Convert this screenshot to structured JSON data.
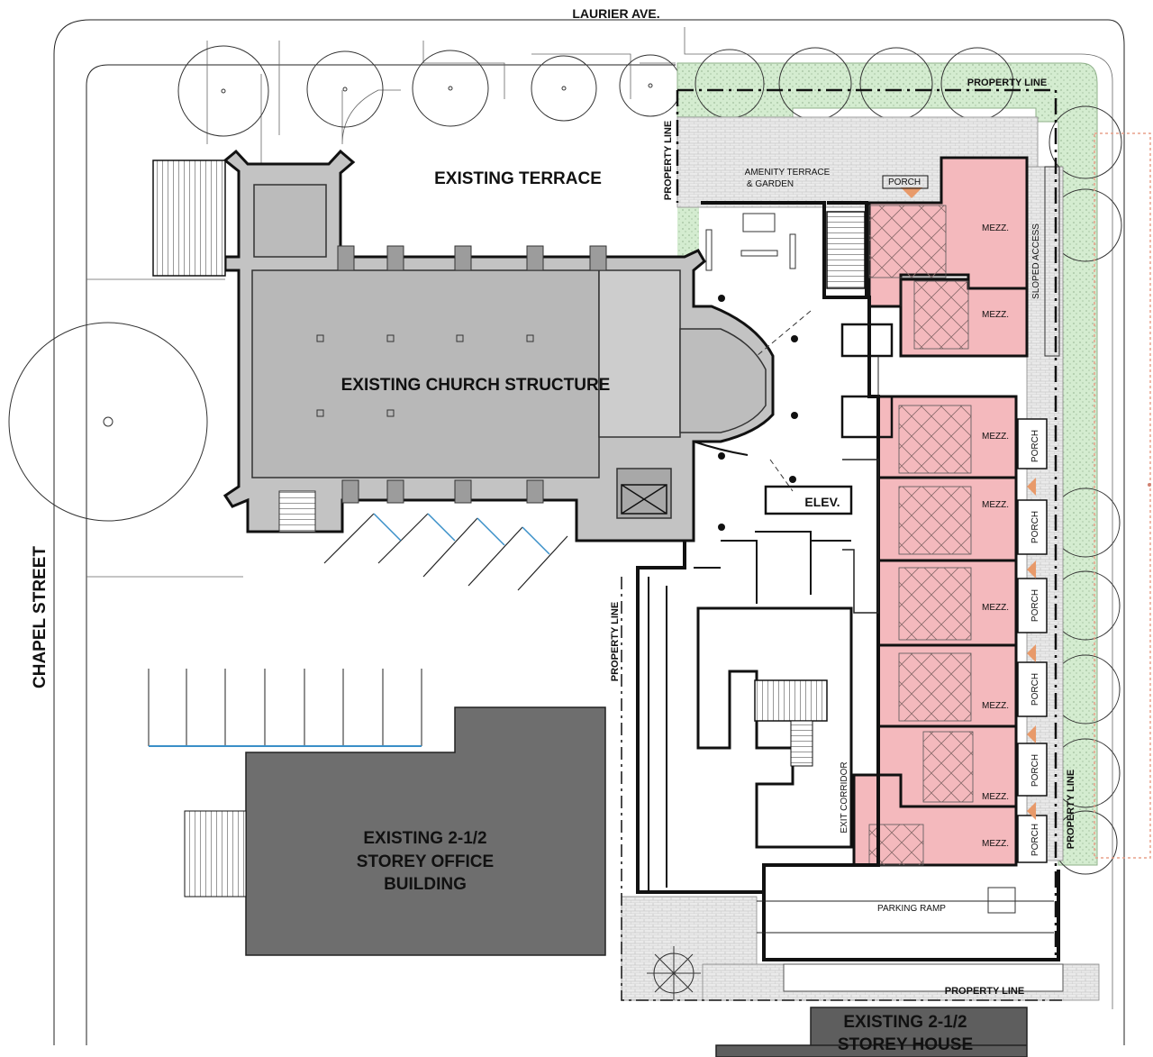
{
  "streets": {
    "north": "LAURIER AVE.",
    "west": "CHAPEL STREET"
  },
  "labels": {
    "existing_terrace": "EXISTING TERRACE",
    "church": "EXISTING CHURCH STRUCTURE",
    "office_line1": "EXISTING 2-1/2",
    "office_line2": "STOREY OFFICE",
    "office_line3": "BUILDING",
    "house_line1": "EXISTING 2-1/2",
    "house_line2": "STOREY HOUSE",
    "amenity_line1": "AMENITY TERRACE",
    "amenity_line2": "& GARDEN",
    "elevator": "ELEV.",
    "parking_ramp": "PARKING RAMP",
    "exit_corridor": "EXIT CORRIDOR",
    "sloped_access": "SLOPED ACCESS",
    "property_line": "PROPERTY LINE",
    "porch": "PORCH",
    "mezz": "MEZZ."
  },
  "colors": {
    "unit_fill": "#f4b9bd",
    "church_fill": "#c3c3c3",
    "office_fill": "#6e6e6e",
    "house_fill": "#5e5e5e",
    "landscape_fill": "#d4ecd0",
    "paving_fill": "#e9e9e9",
    "parking_line": "#3a8fc8",
    "porch_marker": "#e89a6a"
  }
}
